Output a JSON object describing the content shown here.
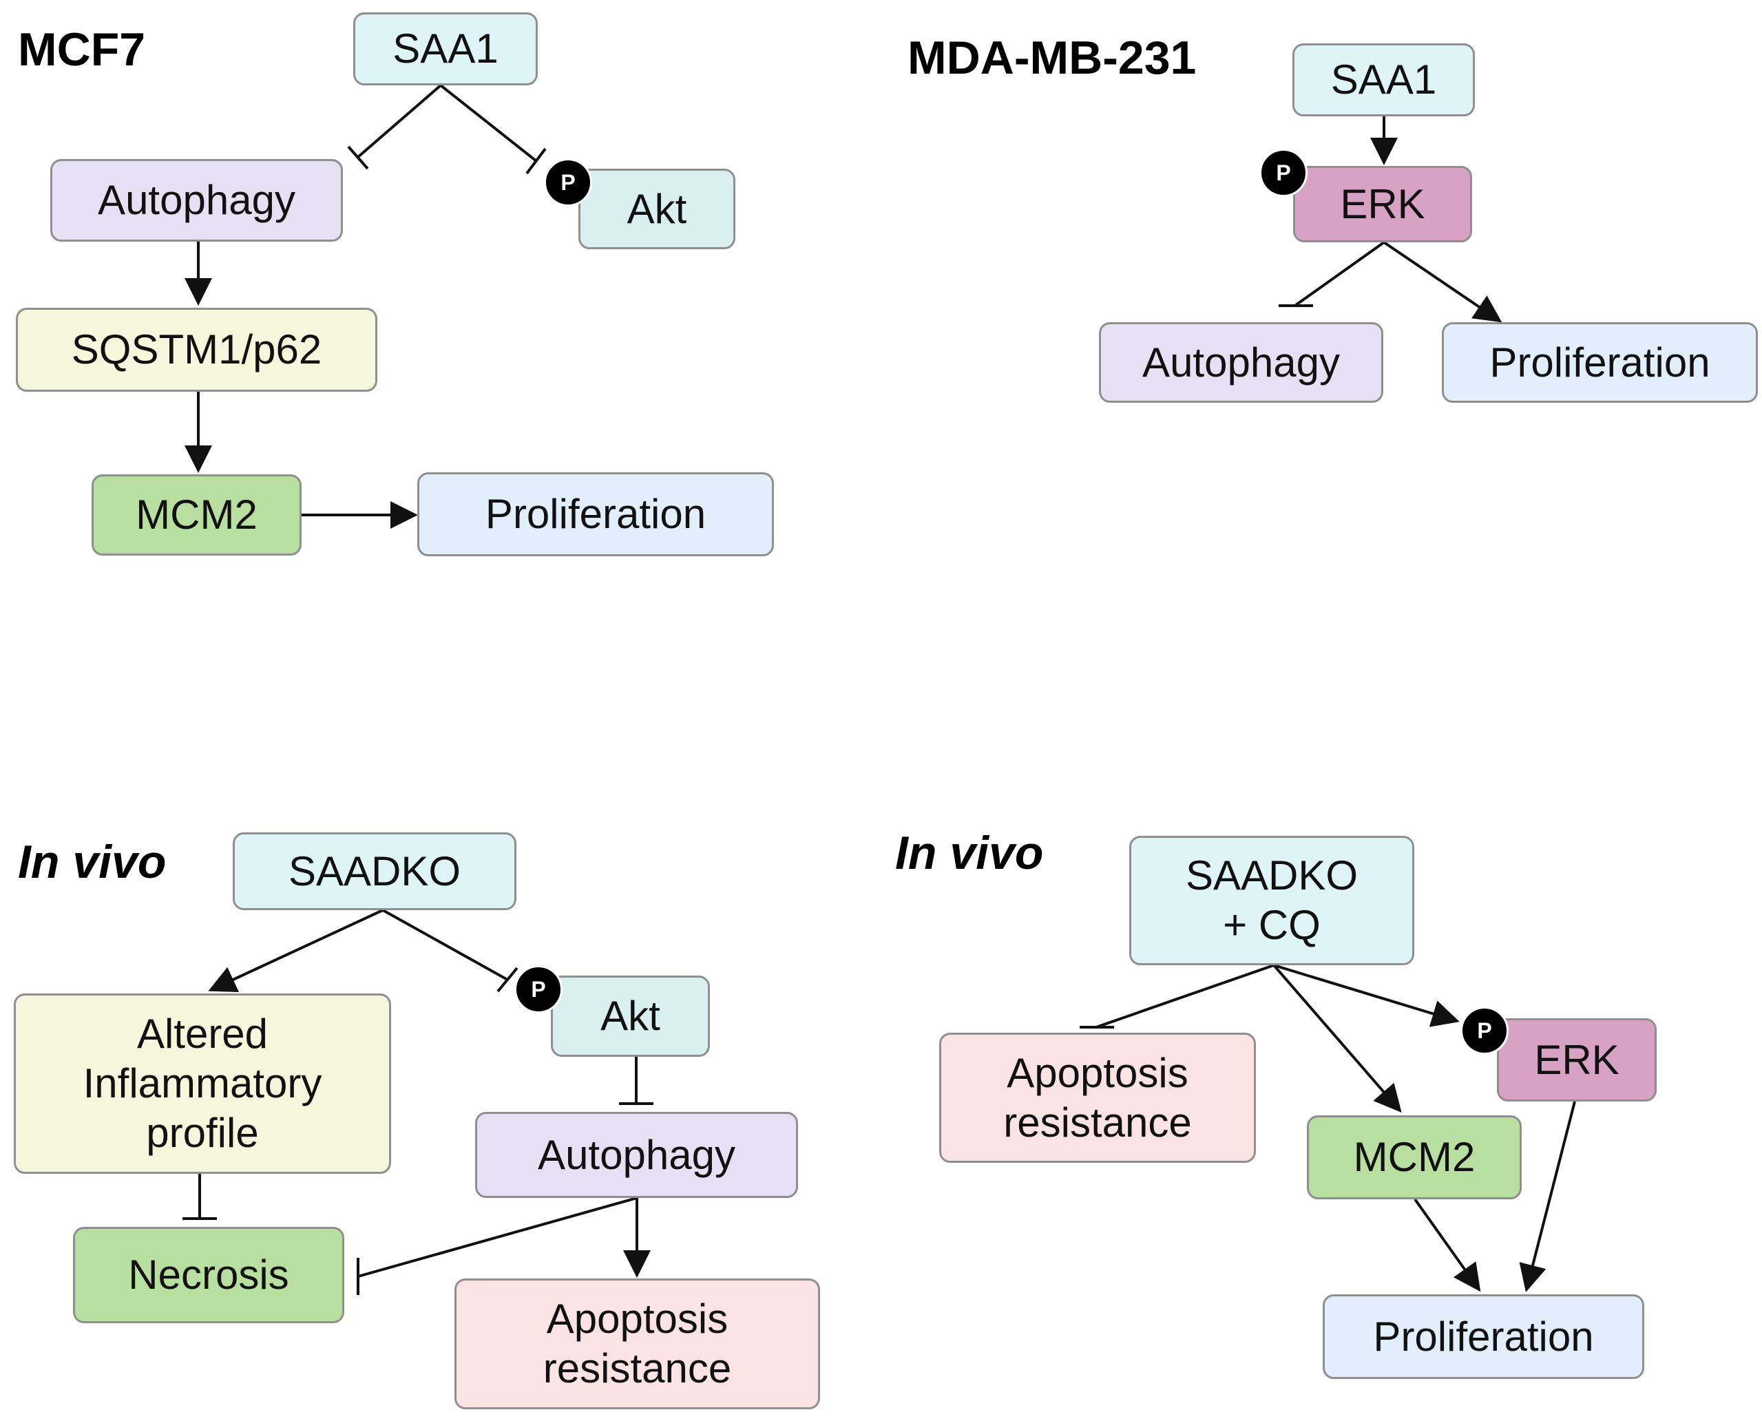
{
  "panels": {
    "tl": {
      "title": "MCF7"
    },
    "tr": {
      "title": "MDA-MB-231"
    },
    "bl": {
      "title": "In vivo"
    },
    "br": {
      "title": "In vivo"
    }
  },
  "nodes": {
    "tl_saa1": "SAA1",
    "tl_autophagy": "Autophagy",
    "tl_akt": "Akt",
    "tl_sqstm1": "SQSTM1/p62",
    "tl_mcm2": "MCM2",
    "tl_proliferation": "Proliferation",
    "tr_saa1": "SAA1",
    "tr_erk": "ERK",
    "tr_autophagy": "Autophagy",
    "tr_proliferation": "Proliferation",
    "bl_saadko": "SAADKO",
    "bl_inflammatory": "Altered\nInflammatory\nprofile",
    "bl_akt": "Akt",
    "bl_autophagy": "Autophagy",
    "bl_necrosis": "Necrosis",
    "bl_apoptosis": "Apoptosis\nresistance",
    "br_saadko_cq": "SAADKO\n+ CQ",
    "br_apoptosis": "Apoptosis\nresistance",
    "br_erk": "ERK",
    "br_mcm2": "MCM2",
    "br_proliferation": "Proliferation"
  },
  "phospho_label": "P",
  "colors": {
    "saa1": "#dff4f7",
    "autophagy": "#e6e0f5",
    "akt": "#daeff0",
    "sqstm1": "#f5f7dc",
    "mcm2": "#b8dea0",
    "proliferation": "#e2eefb",
    "erk": "#d7a2c3",
    "inflammatory": "#f5f7dc",
    "necrosis": "#b8dea0",
    "apoptosis": "#fbe3e5"
  },
  "edges": [
    {
      "from": "tl_saa1",
      "to": "tl_autophagy",
      "type": "inhibit"
    },
    {
      "from": "tl_saa1",
      "to": "tl_akt",
      "type": "inhibit"
    },
    {
      "from": "tl_autophagy",
      "to": "tl_sqstm1",
      "type": "activate"
    },
    {
      "from": "tl_sqstm1",
      "to": "tl_mcm2",
      "type": "activate"
    },
    {
      "from": "tl_mcm2",
      "to": "tl_proliferation",
      "type": "activate"
    },
    {
      "from": "tr_saa1",
      "to": "tr_erk",
      "type": "activate"
    },
    {
      "from": "tr_erk",
      "to": "tr_autophagy",
      "type": "inhibit"
    },
    {
      "from": "tr_erk",
      "to": "tr_proliferation",
      "type": "activate"
    },
    {
      "from": "bl_saadko",
      "to": "bl_inflammatory",
      "type": "activate"
    },
    {
      "from": "bl_saadko",
      "to": "bl_akt",
      "type": "inhibit"
    },
    {
      "from": "bl_akt",
      "to": "bl_autophagy",
      "type": "inhibit"
    },
    {
      "from": "bl_inflammatory",
      "to": "bl_necrosis",
      "type": "inhibit"
    },
    {
      "from": "bl_autophagy",
      "to": "bl_necrosis",
      "type": "inhibit"
    },
    {
      "from": "bl_autophagy",
      "to": "bl_apoptosis",
      "type": "activate"
    },
    {
      "from": "br_saadko_cq",
      "to": "br_apoptosis",
      "type": "inhibit"
    },
    {
      "from": "br_saadko_cq",
      "to": "br_mcm2",
      "type": "activate"
    },
    {
      "from": "br_saadko_cq",
      "to": "br_erk",
      "type": "activate"
    },
    {
      "from": "br_mcm2",
      "to": "br_proliferation",
      "type": "activate"
    },
    {
      "from": "br_erk",
      "to": "br_proliferation",
      "type": "activate"
    }
  ]
}
